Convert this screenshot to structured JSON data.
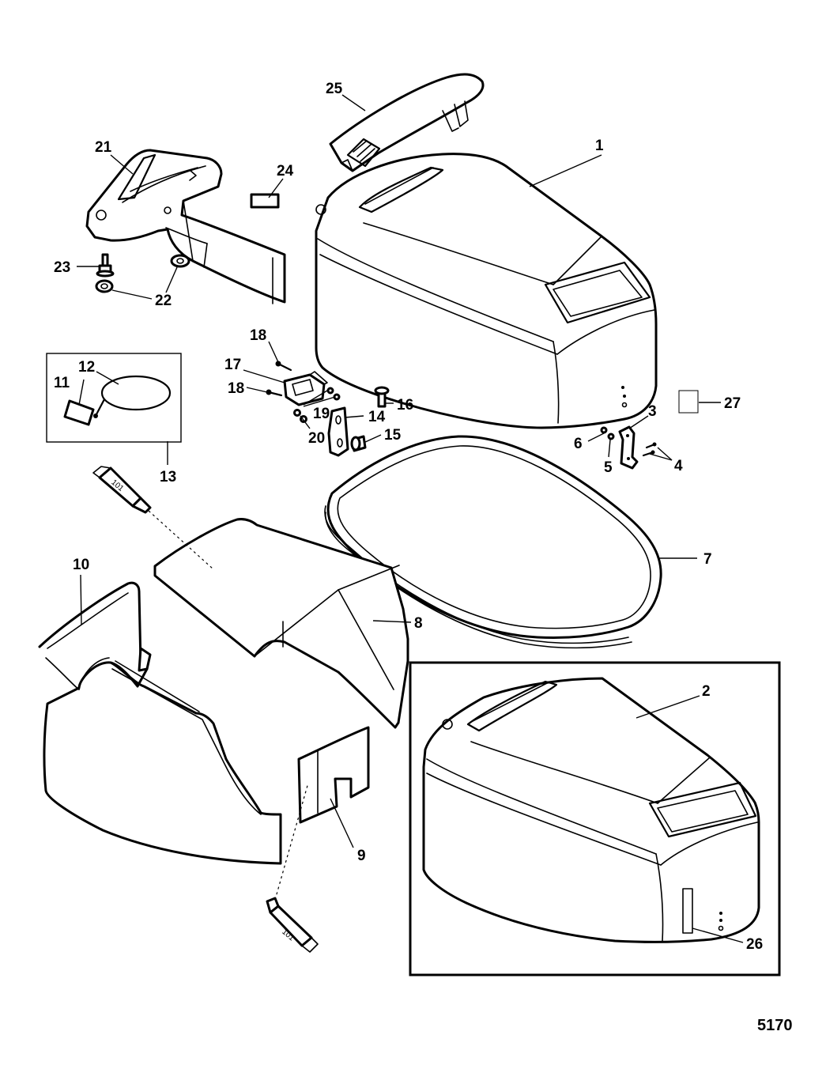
{
  "figure_number": "5170",
  "tube_label": "101",
  "callouts": {
    "c1": "1",
    "c2": "2",
    "c3": "3",
    "c4": "4",
    "c5": "5",
    "c6": "6",
    "c7": "7",
    "c8": "8",
    "c9": "9",
    "c10": "10",
    "c11": "11",
    "c12": "12",
    "c13": "13",
    "c14": "14",
    "c15": "15",
    "c16": "16",
    "c17": "17",
    "c18a": "18",
    "c18b": "18",
    "c19": "19",
    "c20": "20",
    "c21": "21",
    "c22": "22",
    "c23": "23",
    "c24": "24",
    "c25": "25",
    "c26": "26",
    "c27": "27"
  },
  "colors": {
    "line": "#000000",
    "background": "#ffffff"
  }
}
